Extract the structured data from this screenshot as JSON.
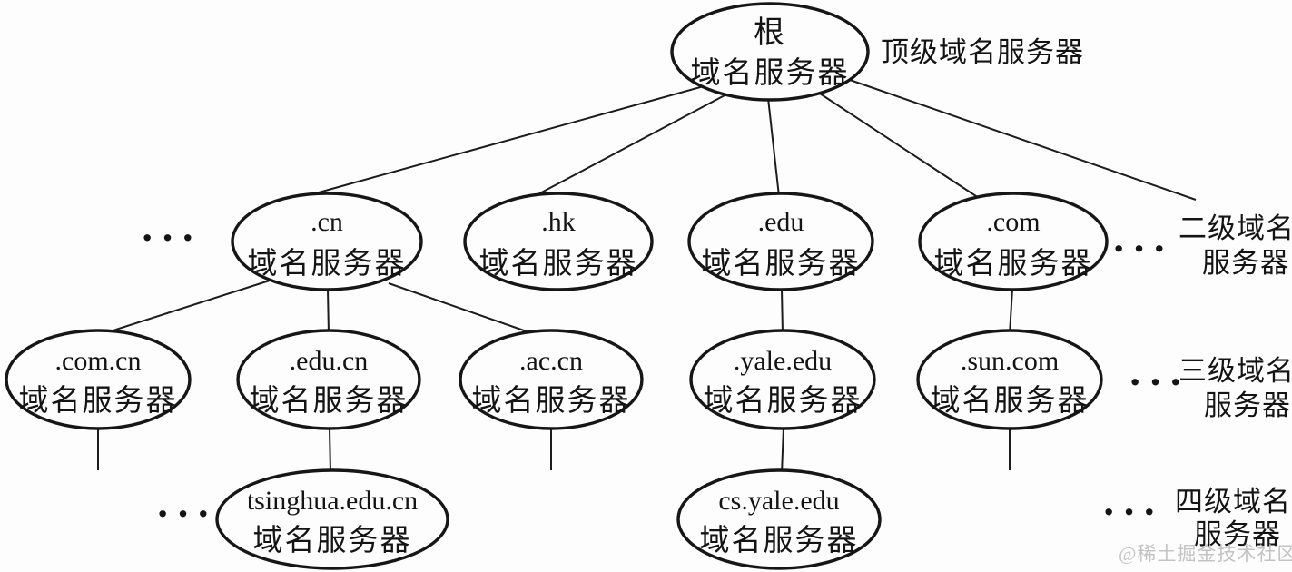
{
  "nodes": {
    "root": {
      "line1": "根",
      "line2": "域名服务器"
    },
    "cn": {
      "line1": ".cn",
      "line2": "域名服务器"
    },
    "hk": {
      "line1": ".hk",
      "line2": "域名服务器"
    },
    "edu": {
      "line1": ".edu",
      "line2": "域名服务器"
    },
    "com": {
      "line1": ".com",
      "line2": "域名服务器"
    },
    "com_cn": {
      "line1": ".com.cn",
      "line2": "域名服务器"
    },
    "edu_cn": {
      "line1": ".edu.cn",
      "line2": "域名服务器"
    },
    "ac_cn": {
      "line1": ".ac.cn",
      "line2": "域名服务器"
    },
    "yale_edu": {
      "line1": ".yale.edu",
      "line2": "域名服务器"
    },
    "sun_com": {
      "line1": ".sun.com",
      "line2": "域名服务器"
    },
    "tsinghua": {
      "line1": "tsinghua.edu.cn",
      "line2": "域名服务器"
    },
    "cs_yale": {
      "line1": "cs.yale.edu",
      "line2": "域名服务器"
    }
  },
  "labels": {
    "level1": "顶级域名服务器",
    "level2_line1": "二级域名",
    "level2_line2": "服务器",
    "level3_line1": "三级域名",
    "level3_line2": "服务器",
    "level4_line1": "四级域名",
    "level4_line2": "服务器"
  },
  "ellipsis": "···",
  "watermark": "@稀土掘金技术社区",
  "colors": {
    "background": "#fdfdfd",
    "stroke": "#161616",
    "text": "#141414",
    "watermark": "#b9b9b9"
  }
}
